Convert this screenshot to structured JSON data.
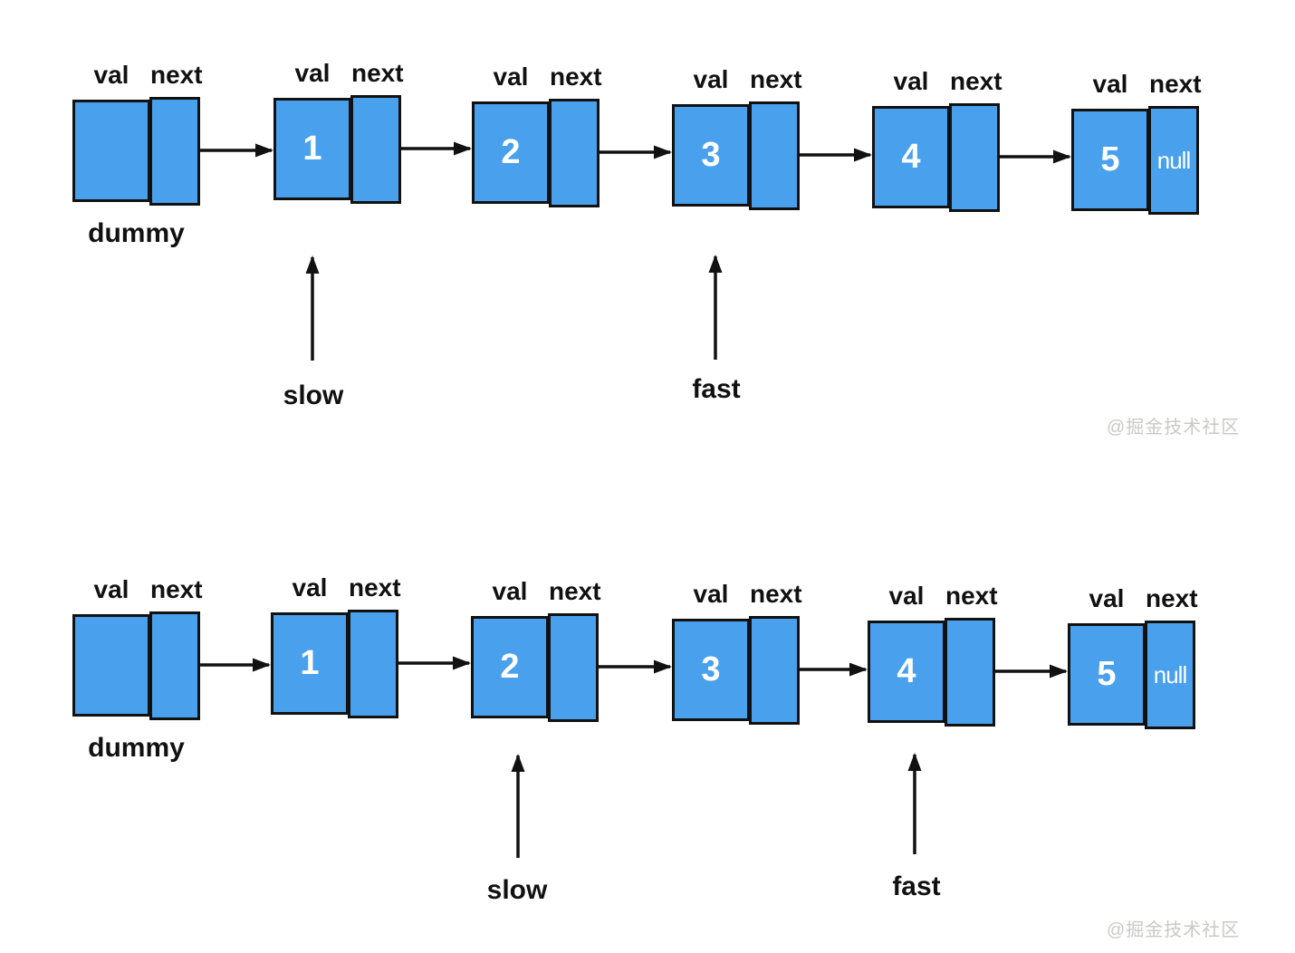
{
  "headers": {
    "val": "val",
    "next": "next"
  },
  "rows": [
    {
      "nodes": [
        {
          "value": "",
          "caption": "dummy"
        },
        {
          "value": "1"
        },
        {
          "value": "2"
        },
        {
          "value": "3"
        },
        {
          "value": "4"
        },
        {
          "value": "5",
          "next": "null"
        }
      ],
      "pointers": [
        {
          "label": "slow",
          "points_to_value": "1"
        },
        {
          "label": "fast",
          "points_to_value": "3"
        }
      ]
    },
    {
      "nodes": [
        {
          "value": "",
          "caption": "dummy"
        },
        {
          "value": "1"
        },
        {
          "value": "2"
        },
        {
          "value": "3"
        },
        {
          "value": "4"
        },
        {
          "value": "5",
          "next": "null"
        }
      ],
      "pointers": [
        {
          "label": "slow",
          "points_to_value": "2"
        },
        {
          "label": "fast",
          "points_to_value": "4"
        }
      ]
    }
  ],
  "watermark": {
    "text": "@掘金技术社区"
  },
  "colors": {
    "node_fill": "#49a0ec",
    "node_border": "#111111",
    "arrow": "#111111",
    "label_text": "#111111",
    "value_text": "#ffffff",
    "watermark": "#cac9c5",
    "background": "#ffffff"
  }
}
